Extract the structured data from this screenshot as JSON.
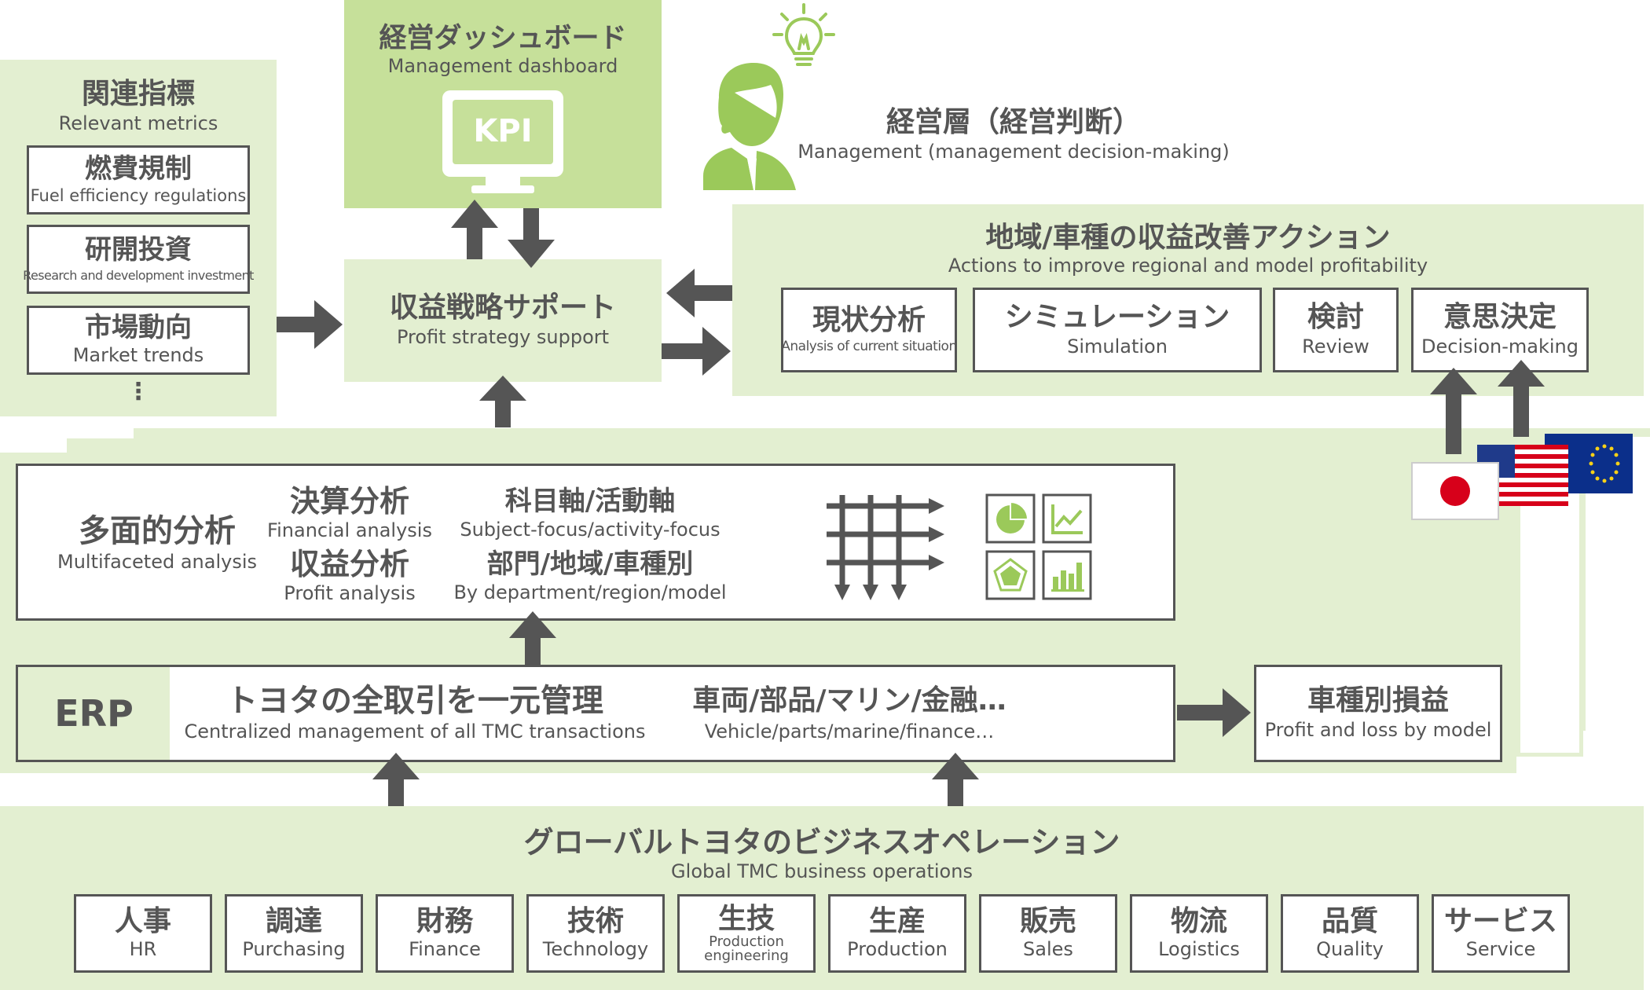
{
  "related_metrics": {
    "title_jp": "関連指標",
    "title_en": "Relevant metrics",
    "items": [
      {
        "jp": "燃費規制",
        "en": "Fuel efficiency regulations"
      },
      {
        "jp": "研開投資",
        "en": "Research and development investment"
      },
      {
        "jp": "市場動向",
        "en": "Market trends"
      }
    ],
    "more": "⋮"
  },
  "dashboard": {
    "title_jp": "経営ダッシュボード",
    "title_en": "Management dashboard",
    "monitor_label": "KPI"
  },
  "management": {
    "title_jp": "経営層（経営判断）",
    "title_en": "Management (management decision-making)"
  },
  "profit_support": {
    "title_jp": "収益戦略サポート",
    "title_en": "Profit strategy support"
  },
  "actions": {
    "title_jp": "地域/車種の収益改善アクション",
    "title_en": "Actions to improve regional and model profitability",
    "items": [
      {
        "jp": "現状分析",
        "en": "Analysis of current situation"
      },
      {
        "jp": "シミュレーション",
        "en": "Simulation"
      },
      {
        "jp": "検討",
        "en": "Review"
      },
      {
        "jp": "意思決定",
        "en": "Decision-making"
      }
    ]
  },
  "multifaceted": {
    "title_jp": "多面的分析",
    "title_en": "Multifaceted analysis",
    "financial_jp": "決算分析",
    "financial_en": "Financial analysis",
    "profit_jp": "収益分析",
    "profit_en": "Profit analysis",
    "subject_jp": "科目軸/活動軸",
    "subject_en": "Subject-focus/activity-focus",
    "dept_jp": "部門/地域/車種別",
    "dept_en": "By department/region/model"
  },
  "erp": {
    "label": "ERP",
    "main_jp": "トヨタの全取引を一元管理",
    "main_en": "Centralized management of all TMC transactions",
    "sub_jp": "車両/部品/マリン/金融…",
    "sub_en": "Vehicle/parts/marine/finance…"
  },
  "model_pl": {
    "jp": "車種別損益",
    "en": "Profit and loss by model"
  },
  "global_ops": {
    "title_jp": "グローバルトヨタのビジネスオペレーション",
    "title_en": "Global TMC business operations",
    "items": [
      {
        "jp": "人事",
        "en": "HR"
      },
      {
        "jp": "調達",
        "en": "Purchasing"
      },
      {
        "jp": "財務",
        "en": "Finance"
      },
      {
        "jp": "技術",
        "en": "Technology"
      },
      {
        "jp": "生技",
        "en": "Production engineering"
      },
      {
        "jp": "生産",
        "en": "Production"
      },
      {
        "jp": "販売",
        "en": "Sales"
      },
      {
        "jp": "物流",
        "en": "Logistics"
      },
      {
        "jp": "品質",
        "en": "Quality"
      },
      {
        "jp": "サービス",
        "en": "Service"
      }
    ]
  },
  "colors": {
    "light_green": "#e3efd1",
    "mid_green": "#c6e09a",
    "dark_green": "#9bc95a",
    "text_gray": "#555555",
    "flag_red": "#d7001a",
    "eu_blue": "#0b2f8a",
    "eu_star": "#f7d117"
  },
  "icons": [
    "lightbulb-icon",
    "manager-person-icon",
    "kpi-monitor-icon",
    "grid-arrows-icon",
    "pie-chart-icon",
    "line-chart-icon",
    "radar-chart-icon",
    "bar-chart-icon",
    "japan-flag-icon",
    "usa-flag-icon",
    "eu-flag-icon"
  ]
}
